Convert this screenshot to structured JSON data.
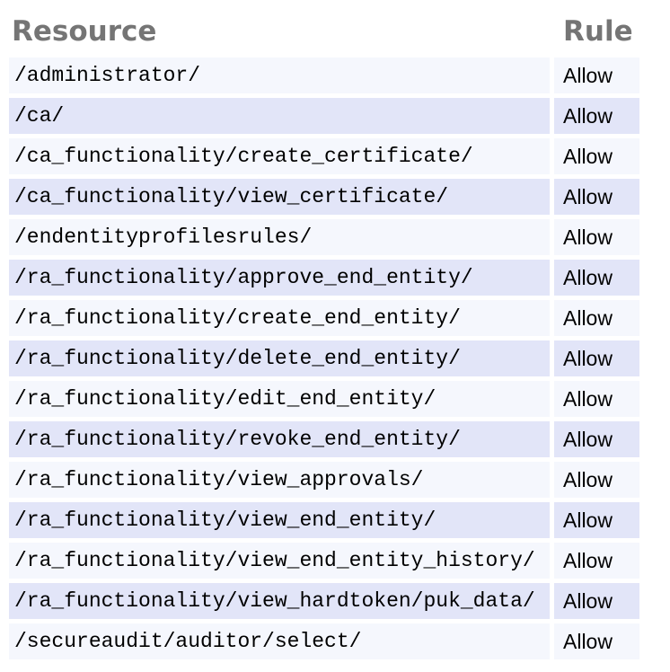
{
  "page": {
    "background": "#ffffff"
  },
  "table": {
    "columns": [
      {
        "label": "Resource"
      },
      {
        "label": "Rule"
      }
    ],
    "colors": {
      "header_text": "#757575",
      "row_light_bg": "#f5f7fd",
      "row_dark_bg": "#e2e5f8",
      "cell_text": "#000000"
    },
    "rows": [
      {
        "resource": "/administrator/",
        "rule": "Allow"
      },
      {
        "resource": "/ca/",
        "rule": "Allow"
      },
      {
        "resource": "/ca_functionality/create_certificate/",
        "rule": "Allow"
      },
      {
        "resource": "/ca_functionality/view_certificate/",
        "rule": "Allow"
      },
      {
        "resource": "/endentityprofilesrules/",
        "rule": "Allow"
      },
      {
        "resource": "/ra_functionality/approve_end_entity/",
        "rule": "Allow"
      },
      {
        "resource": "/ra_functionality/create_end_entity/",
        "rule": "Allow"
      },
      {
        "resource": "/ra_functionality/delete_end_entity/",
        "rule": "Allow"
      },
      {
        "resource": "/ra_functionality/edit_end_entity/",
        "rule": "Allow"
      },
      {
        "resource": "/ra_functionality/revoke_end_entity/",
        "rule": "Allow"
      },
      {
        "resource": "/ra_functionality/view_approvals/",
        "rule": "Allow"
      },
      {
        "resource": "/ra_functionality/view_end_entity/",
        "rule": "Allow"
      },
      {
        "resource": "/ra_functionality/view_end_entity_history/",
        "rule": "Allow"
      },
      {
        "resource": "/ra_functionality/view_hardtoken/puk_data/",
        "rule": "Allow"
      },
      {
        "resource": "/secureaudit/auditor/select/",
        "rule": "Allow"
      }
    ]
  }
}
